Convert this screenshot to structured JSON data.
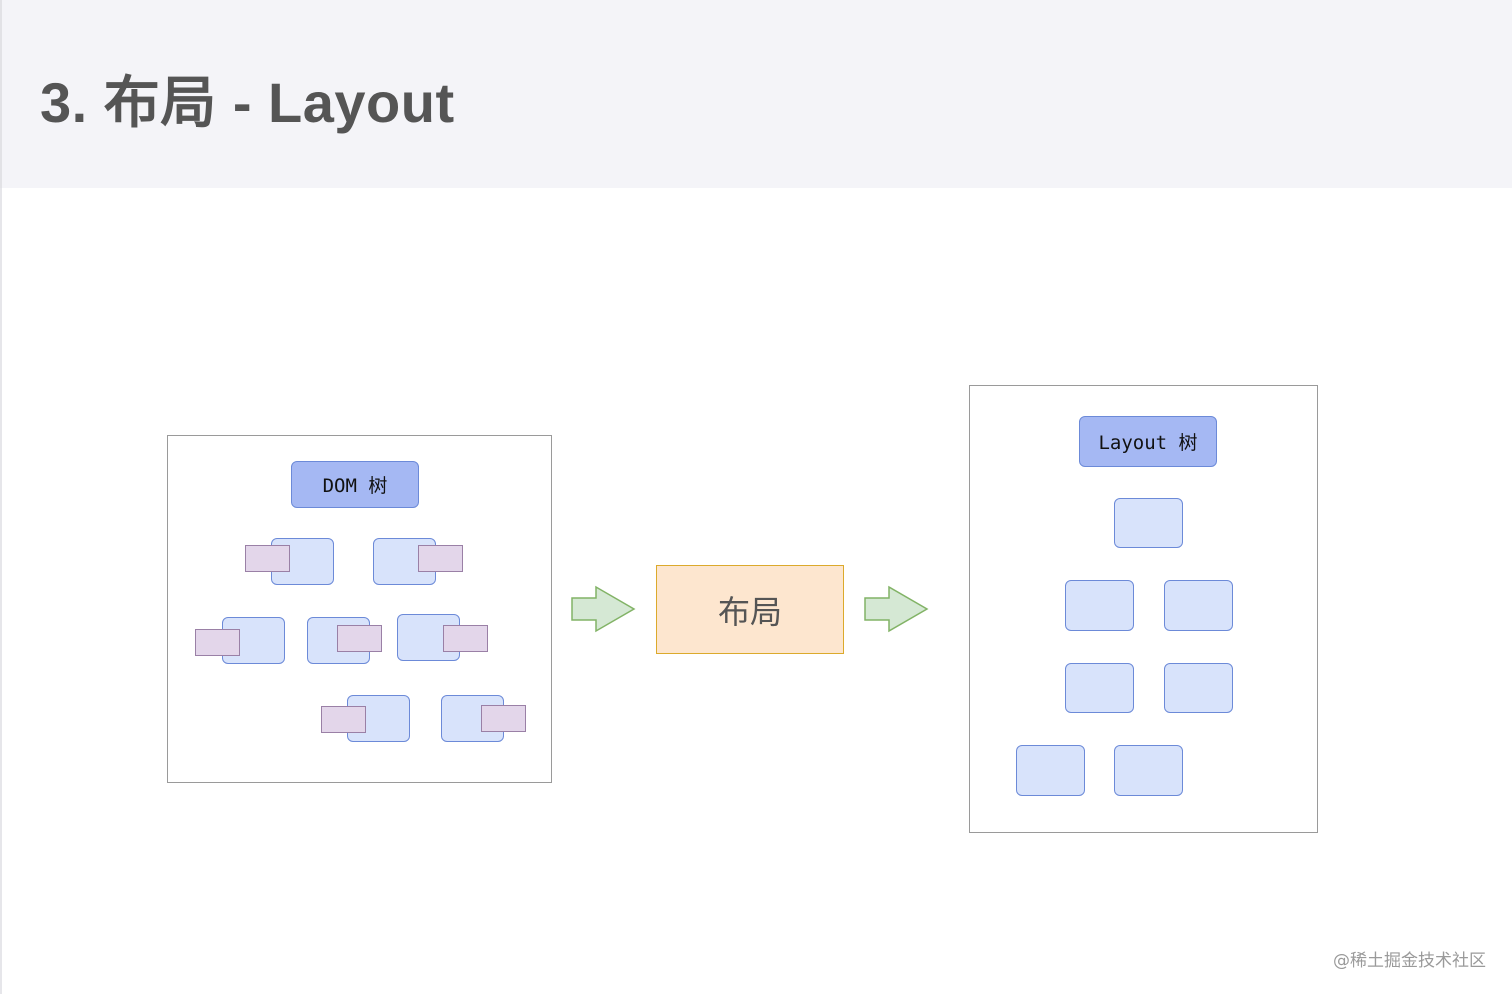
{
  "header": {
    "title": "3. 布局 - Layout"
  },
  "dom_tree": {
    "root_label": "DOM 树"
  },
  "process": {
    "label": "布局"
  },
  "layout_tree": {
    "root_label": "Layout 树"
  },
  "watermark": "@稀土掘金技术社区",
  "colors": {
    "root_fill": "#a5b8f3",
    "node_fill": "#d8e3fb",
    "node_border": "#6c8ad8",
    "tag_fill": "#e3d6ea",
    "process_fill": "#fde6cf",
    "process_border": "#dcaa2c",
    "arrow_fill": "#d5e8d4",
    "arrow_border": "#82b366"
  }
}
